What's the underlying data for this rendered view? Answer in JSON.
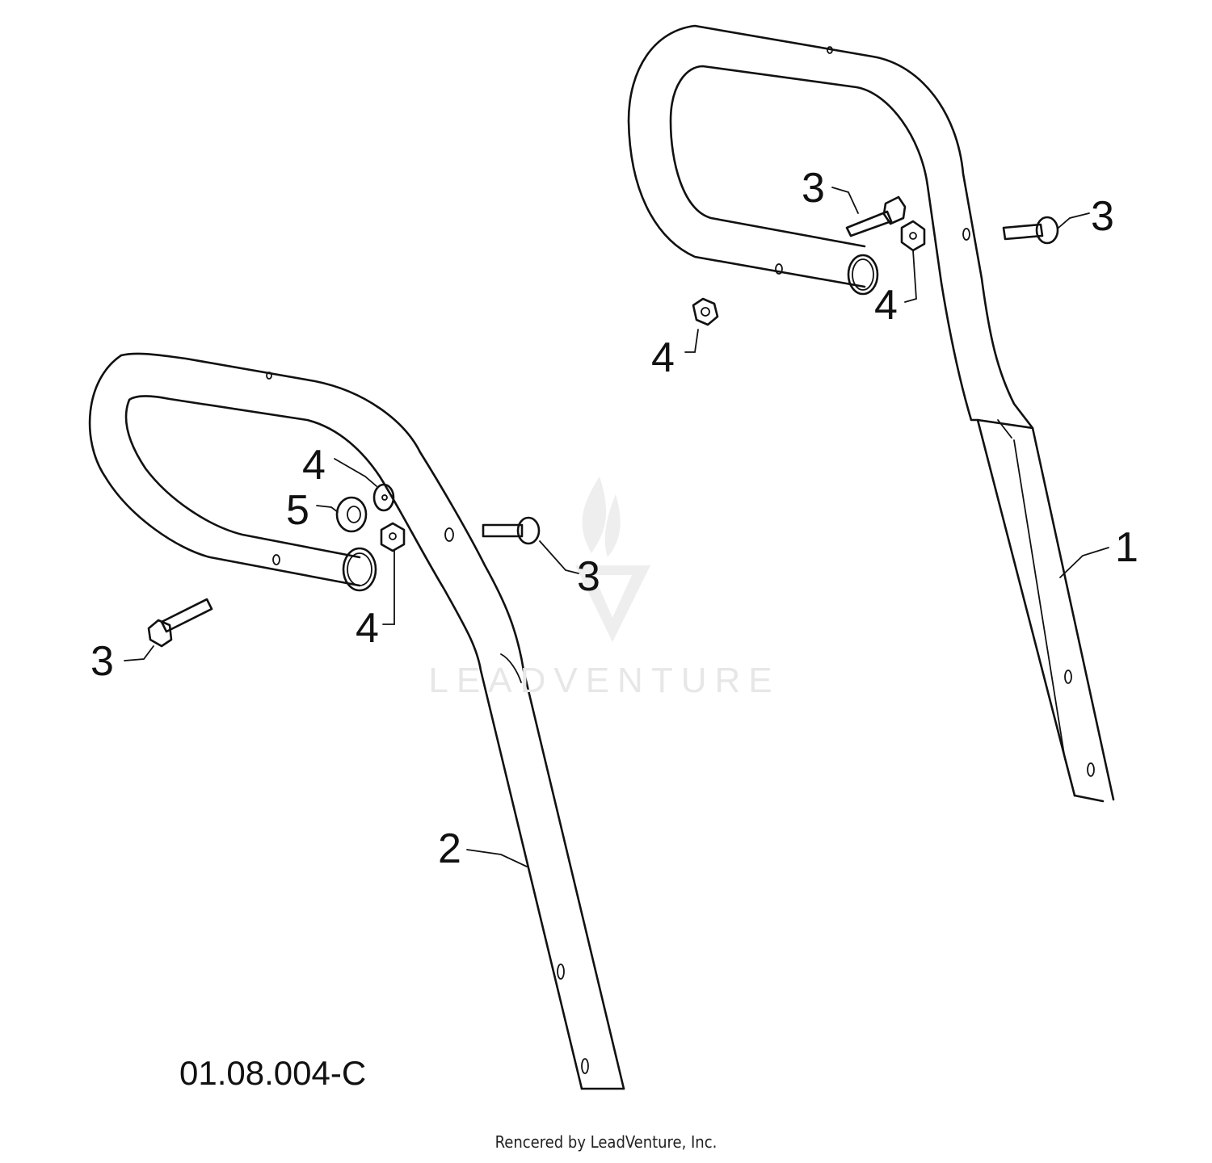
{
  "diagram": {
    "callouts": [
      {
        "id": "callout-1",
        "label": "1"
      },
      {
        "id": "callout-2",
        "label": "2"
      },
      {
        "id": "callout-3-upper-left",
        "label": "3"
      },
      {
        "id": "callout-3-upper-right",
        "label": "3"
      },
      {
        "id": "callout-4-upper-nut",
        "label": "4"
      },
      {
        "id": "callout-4-upper-washer",
        "label": "4"
      },
      {
        "id": "callout-3-lower-right",
        "label": "3"
      },
      {
        "id": "callout-3-lower-left",
        "label": "3"
      },
      {
        "id": "callout-4-lower-top",
        "label": "4"
      },
      {
        "id": "callout-5",
        "label": "5"
      },
      {
        "id": "callout-4-lower-bottom",
        "label": "4"
      }
    ],
    "figure_code": "01.08.004-C",
    "watermark_text": "LEADVENTURE",
    "footer_credit": "Rencered by LeadVenture, Inc."
  }
}
